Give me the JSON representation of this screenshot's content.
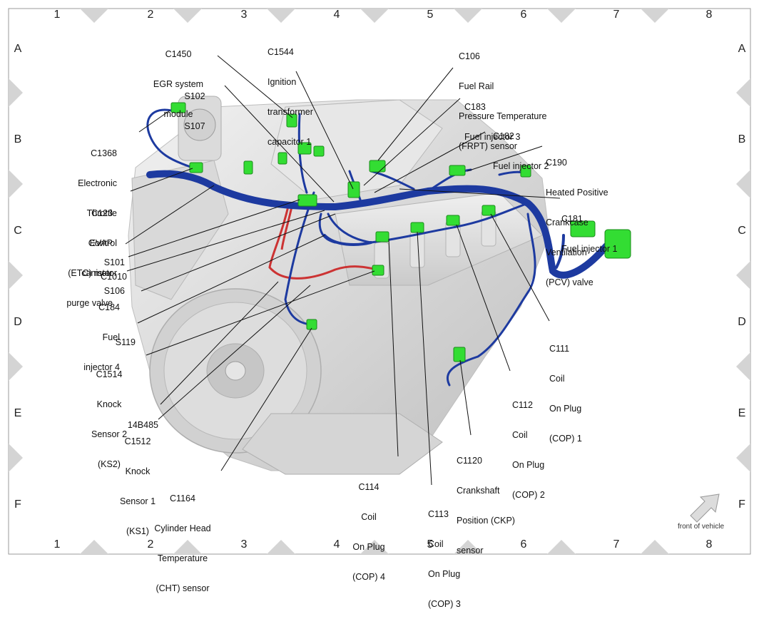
{
  "grid": {
    "columns": [
      "1",
      "2",
      "3",
      "4",
      "5",
      "6",
      "7",
      "8"
    ],
    "rows": [
      "A",
      "B",
      "C",
      "D",
      "E",
      "F"
    ]
  },
  "front_label": "front of vehicle",
  "callouts": [
    {
      "id": "c1450",
      "lines": [
        "C1450",
        "EGR system",
        "module"
      ]
    },
    {
      "id": "c1544",
      "lines": [
        "C1544",
        "Ignition",
        "transformer",
        "capacitor 1"
      ]
    },
    {
      "id": "c106",
      "lines": [
        "C106",
        "Fuel Rail",
        "Pressure Temperature",
        "(FRPT) sensor"
      ]
    },
    {
      "id": "s102",
      "lines": [
        "S102",
        "S107"
      ]
    },
    {
      "id": "c183",
      "lines": [
        "C183",
        "Fuel injector 3"
      ]
    },
    {
      "id": "c182",
      "lines": [
        "C182",
        "Fuel injector 2"
      ]
    },
    {
      "id": "c1368",
      "lines": [
        "C1368",
        "Electronic",
        "Throttle",
        "Control",
        "(ETC) motor"
      ]
    },
    {
      "id": "c190",
      "lines": [
        "C190",
        "Heated Positive",
        "Crankcase",
        "Ventilation",
        "(PCV) valve"
      ]
    },
    {
      "id": "c123",
      "lines": [
        "C123",
        "EVAP",
        "canister",
        "purge valve"
      ]
    },
    {
      "id": "c181",
      "lines": [
        "C181",
        "Fuel injector 1"
      ]
    },
    {
      "id": "s101",
      "lines": [
        "S101"
      ]
    },
    {
      "id": "c1010",
      "lines": [
        "C1010"
      ]
    },
    {
      "id": "s106",
      "lines": [
        "S106"
      ]
    },
    {
      "id": "c184",
      "lines": [
        "C184",
        "Fuel",
        "injector 4"
      ]
    },
    {
      "id": "s119",
      "lines": [
        "S119"
      ]
    },
    {
      "id": "c111",
      "lines": [
        "C111",
        "Coil",
        "On Plug",
        "(COP) 1"
      ]
    },
    {
      "id": "c1514",
      "lines": [
        "C1514",
        "Knock",
        "Sensor 2",
        "(KS2)"
      ]
    },
    {
      "id": "c112",
      "lines": [
        "C112",
        "Coil",
        "On Plug",
        "(COP) 2"
      ]
    },
    {
      "id": "l14b485",
      "lines": [
        "14B485"
      ]
    },
    {
      "id": "c1512",
      "lines": [
        "C1512",
        "Knock",
        "Sensor 1",
        "(KS1)"
      ]
    },
    {
      "id": "c1120",
      "lines": [
        "C1120",
        "Crankshaft",
        "Position (CKP)",
        "sensor"
      ]
    },
    {
      "id": "c114",
      "lines": [
        "C114",
        "Coil",
        "On Plug",
        "(COP) 4"
      ]
    },
    {
      "id": "c1164",
      "lines": [
        "C1164",
        "Cylinder Head",
        "Temperature",
        "(CHT) sensor"
      ]
    },
    {
      "id": "c113",
      "lines": [
        "C113",
        "Coil",
        "On Plug",
        "(COP) 3"
      ]
    }
  ],
  "colors": {
    "harness": "#1d3aa0",
    "harness_dark": "#0f2578",
    "connector": "#33dd33",
    "engine": "#d9d9d9",
    "red_wire": "#cc3333",
    "frame_marker": "#d0d0d0"
  }
}
